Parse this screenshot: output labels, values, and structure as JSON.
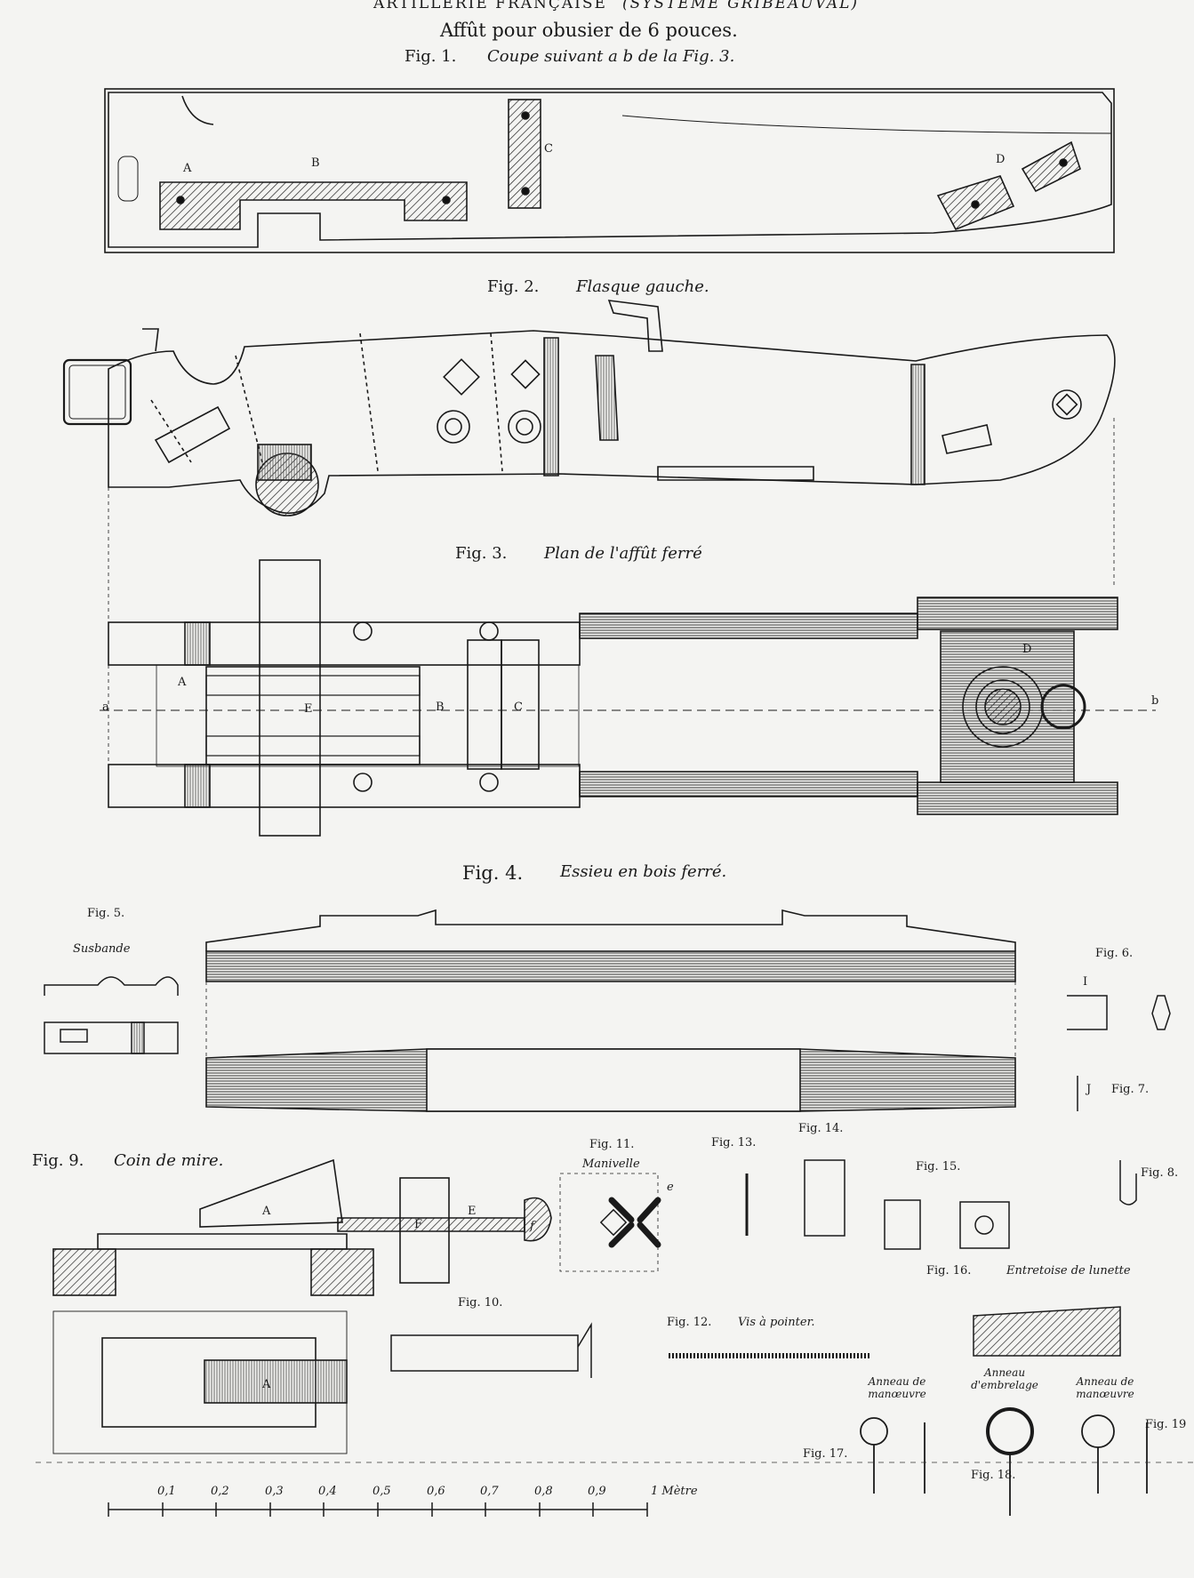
{
  "header": {
    "line1_left": "ARTILLERIE FRANÇAISE",
    "line1_right": "(SYSTÈME GRIBEAUVAL)",
    "subtitle": "Affût pour obusier de 6 pouces."
  },
  "figures": {
    "fig1": {
      "number": "Fig. 1.",
      "caption": "Coupe suivant a b de la Fig. 3."
    },
    "fig2": {
      "number": "Fig. 2.",
      "caption": "Flasque gauche."
    },
    "fig3": {
      "number": "Fig. 3.",
      "caption": "Plan de l'affût ferré"
    },
    "fig4": {
      "number": "Fig. 4.",
      "caption": "Essieu en bois ferré."
    },
    "fig5": {
      "number": "Fig. 5.",
      "caption": "Susbande"
    },
    "fig6": {
      "number": "Fig. 6."
    },
    "fig7": {
      "number": "Fig. 7."
    },
    "fig8": {
      "number": "Fig. 8."
    },
    "fig9": {
      "number": "Fig. 9.",
      "caption": "Coin de mire."
    },
    "fig10": {
      "number": "Fig. 10."
    },
    "fig11": {
      "number": "Fig. 11.",
      "caption": "Manivelle"
    },
    "fig12": {
      "number": "Fig. 12.",
      "caption": "Vis à pointer."
    },
    "fig13": {
      "number": "Fig. 13."
    },
    "fig14": {
      "number": "Fig. 14."
    },
    "fig15": {
      "number": "Fig. 15."
    },
    "fig16": {
      "number": "Fig. 16.",
      "caption": "Entretoise de lunette"
    },
    "fig17": {
      "number": "Fig. 17."
    },
    "fig18": {
      "number": "Fig. 18."
    },
    "fig19": {
      "number": "Fig. 19"
    }
  },
  "letters": {
    "a": "a",
    "b": "b",
    "A": "A",
    "B": "B",
    "C": "C",
    "D": "D",
    "E": "E",
    "F": "F",
    "I": "I",
    "J": "J",
    "e": "e",
    "f": "f"
  },
  "rings": {
    "left": "Anneau de manœuvre",
    "center": "Anneau d'embrelage",
    "right": "Anneau de manœuvre"
  },
  "scale": {
    "ticks": [
      "0,1",
      "0,2",
      "0,3",
      "0,4",
      "0,5",
      "0,6",
      "0,7",
      "0,8",
      "0,9",
      "1 Mètre"
    ]
  }
}
